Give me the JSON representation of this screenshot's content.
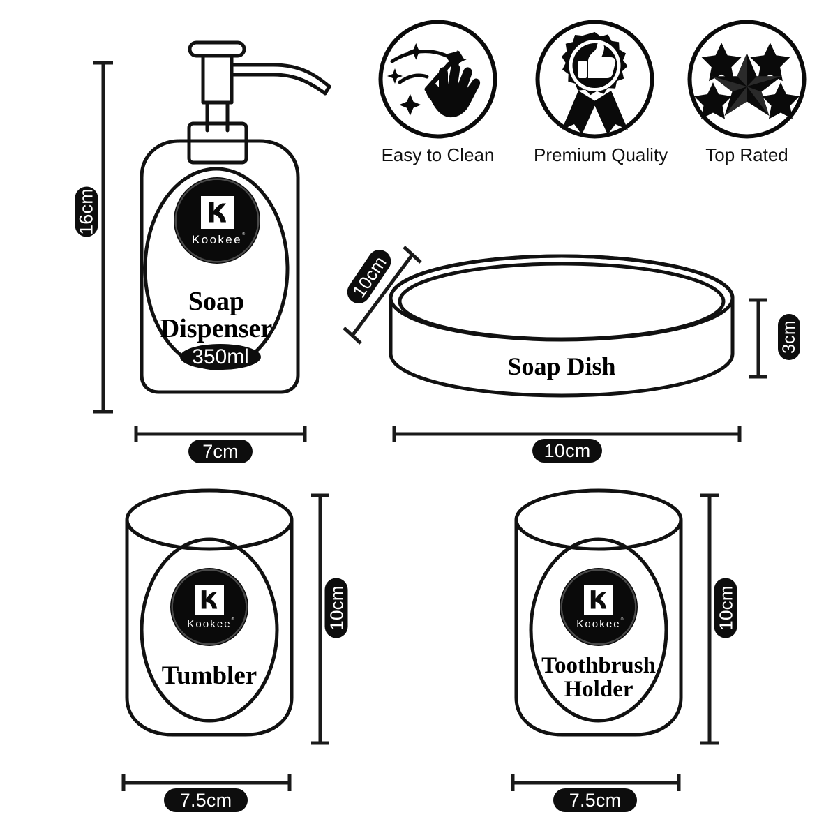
{
  "brand": {
    "name": "Kookee",
    "registered_mark": "®",
    "logo_icon": "kookee-k-monogram"
  },
  "colors": {
    "ink": "#000000",
    "badge_bg": "#0d0d0d",
    "badge_text": "#ffffff",
    "page_bg": "#ffffff"
  },
  "features": [
    {
      "label": "Easy to Clean",
      "icon": "hand-wipe-sparkle-icon"
    },
    {
      "label": "Premium Quality",
      "icon": "award-ribbon-thumbs-up-icon"
    },
    {
      "label": "Top Rated",
      "icon": "five-stars-icon"
    }
  ],
  "products": {
    "soap_dispenser": {
      "name": "Soap Dispenser",
      "name_line1": "Soap",
      "name_line2": "Dispenser",
      "volume": "350ml",
      "height": "16cm",
      "width": "7cm"
    },
    "soap_dish": {
      "name": "Soap Dish",
      "depth": "10cm",
      "height": "3cm",
      "width": "10cm"
    },
    "tumbler": {
      "name": "Tumbler",
      "height": "10cm",
      "width": "7.5cm"
    },
    "toothbrush_holder": {
      "name": "Toothbrush Holder",
      "name_line1": "Toothbrush",
      "name_line2": "Holder",
      "height": "10cm",
      "width": "7.5cm"
    }
  }
}
